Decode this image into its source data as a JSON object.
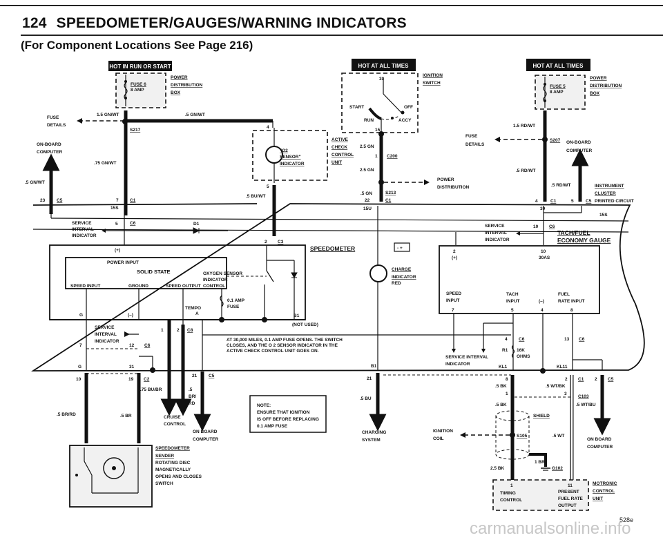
{
  "header": {
    "page_number": "124",
    "title": "SPEEDOMETER/GAUGES/WARNING INDICATORS",
    "subtitle": "(For Component Locations See Page 216)"
  },
  "banners": {
    "left": "HOT IN RUN OR START",
    "middle": "HOT AT ALL TIMES",
    "right": "HOT AT ALL TIMES"
  },
  "left_power": {
    "fuse_label": "FUSE 6",
    "fuse_rating": "8 AMP",
    "box_label": [
      "POWER",
      "DISTRIBUTION",
      "BOX"
    ],
    "wire_main": "1.5 GN/WT",
    "wire_right": ".5 GN/WT",
    "splice": "S217",
    "fuse_details": [
      "FUSE",
      "DETAILS"
    ],
    "wire_down": ".75 GN/WT",
    "onboard": [
      "ON-BOARD",
      "COMPUTER"
    ],
    "onboard_wire": ".5 GN/WT",
    "pin_c5": "23",
    "conn_c5": "C5",
    "pin_c1": "7",
    "conn_c1": "C1",
    "pin_15s": "15S"
  },
  "check_control": {
    "pin_top": "4",
    "pin_bottom": "5",
    "indicator": [
      "\"O2",
      "SENSOR\"",
      "INDICATOR"
    ],
    "unit_label": [
      "ACTIVE",
      "CHECK",
      "CONTROL",
      "UNIT"
    ],
    "wire": ".5 BU/WT",
    "pin_c3": "2",
    "conn_c3": "C3"
  },
  "ignition": {
    "pin_30": "30",
    "label": [
      "IGNITION",
      "SWITCH"
    ],
    "positions": [
      "START",
      "RUN",
      "OFF",
      "ACCY"
    ],
    "pin_15": "15",
    "wire1": "2.5 GN",
    "pin_c200": "1",
    "conn_c200": "C200",
    "wire2": "2.5 GN",
    "power_dist": [
      "POWER",
      "DISTRIBUTION"
    ],
    "wire3": ".5 GN",
    "splice": "S213",
    "pin_c1": "22",
    "conn_c1": "C1",
    "pin_15u": "15U"
  },
  "right_power": {
    "fuse_label": "FUSE 5",
    "fuse_rating": "8 AMP",
    "box_label": [
      "POWER",
      "DISTRIBUTION",
      "BOX"
    ],
    "wire_main": "1.5 RD/WT",
    "splice": "S207",
    "fuse_details": [
      "FUSE",
      "DETAILS"
    ],
    "onboard": [
      "ON-BOARD",
      "COMPUTER"
    ],
    "wire_down": ".5 RD/WT",
    "onboard_wire": ".5 RD/WT",
    "cluster": [
      "INSTRUMENT",
      "CLUSTER"
    ],
    "printed_circuit": "PRINTED CIRCUIT",
    "pin_c1": "4",
    "conn_c1": "C1",
    "pin_c5": "5",
    "conn_c5": "C5",
    "pin_30": "30",
    "pin_15s": "15S"
  },
  "speedometer": {
    "pin_c6": "5",
    "conn_c6": "C6",
    "service_interval": [
      "SERVICE",
      "INTERVAL",
      "INDICATOR"
    ],
    "diode": "D1",
    "plus": "(+)",
    "label": "SPEEDOMETER",
    "power_input": "POWER INPUT",
    "solid_state": "SOLID STATE",
    "oxygen": [
      "OXYGEN SENSOR",
      "INDICATOR",
      "CONTROL"
    ],
    "speed_input": "SPEED INPUT",
    "ground": "GROUND",
    "speed_output": "SPEED OUTPUT",
    "fuse": [
      "0.1 AMP",
      "FUSE"
    ],
    "tempo": [
      "TEMPO",
      "A"
    ],
    "pin_g": "G",
    "pin_minus": "(–)",
    "pin_b1": "B1",
    "not_used": "(NOT USED)",
    "note_30k": [
      "AT 30,000 MILES, 0.1 AMP FUSE OPENS. THE SWITCH",
      "CLOSES, AND THE O 2 SENSOR INDICATOR IN THE",
      "ACTIVE CHECK CONTROL UNIT GOES ON."
    ],
    "service2": [
      "SERVICE",
      "INTERVAL",
      "INDICATOR"
    ],
    "pin_7": "7",
    "pin_12": "12",
    "conn_c6b": "C6",
    "pin_g2": "G",
    "pin_31": "31",
    "pin_c8_1": "1",
    "pin_c8_2": "2",
    "conn_c8": "C8",
    "pin_b1b": "B1"
  },
  "charge": {
    "label": [
      "CHARGE",
      "INDICATOR"
    ],
    "color": "RED",
    "battery": "- +",
    "pin": "21",
    "wire": ".5 BU",
    "dest": [
      "CHARGING",
      "SYSTEM"
    ]
  },
  "tach": {
    "pin_c6": "10",
    "conn_c6": "C6",
    "service_interval": [
      "SERVICE",
      "INTERVAL",
      "INDICATOR"
    ],
    "label": [
      "TACH/FUEL",
      "ECONOMY GAUGE"
    ],
    "pin_plus": "2",
    "plus": "(+)",
    "pin_30": "10",
    "pin_30_lbl": "30AS",
    "speed_input": [
      "SPEED",
      "INPUT"
    ],
    "tach_input": [
      "TACH",
      "INPUT"
    ],
    "minus": "(–)",
    "fuel_rate": [
      "FUEL",
      "RATE INPUT"
    ],
    "pins": [
      "7",
      "5",
      "4",
      "8"
    ],
    "service_interval2": "SERVICE INTERVAL",
    "indicator2": "INDICATOR",
    "pin_c6_4": "4",
    "conn_c6_4": "C6",
    "resistor": "R1",
    "ohms": [
      "16K",
      "OHMS"
    ],
    "kl1": "KL1",
    "pin_c6_13": "13",
    "conn_c6_13": "C6",
    "kl11": "KL11"
  },
  "lower_left": {
    "pin10": "10",
    "wire_brrd": ".5 BR/RD",
    "pin19": "19",
    "conn_c2": "C2",
    "wire_bubr": ".75 BU/BR",
    "wire_br": ".5 BR",
    "pin21": "21",
    "conn_c5": "C5",
    "wire_brrd2": [
      ".5",
      "BR/",
      "RD"
    ],
    "cruise": [
      "CRUISE",
      "CONTROL"
    ],
    "onboard": [
      "ON BOARD",
      "COMPUTER"
    ],
    "sender_label": [
      "SPEEDOMETER",
      "SENDER"
    ],
    "sender_desc": [
      "ROTATING DISC",
      "MAGNETICALLY",
      "OPENS AND CLOSES",
      "SWITCH"
    ]
  },
  "note_box": [
    "NOTE:",
    "ENSURE THAT IGNITION",
    "IS OFF BEFORE REPLACING",
    "0.1 AMP FUSE"
  ],
  "lower_right": {
    "pin8": "8",
    "wire_bk1": ".5 BK",
    "pin1": "1",
    "wire_bk2": ".5 BK",
    "shield": "SHIELD",
    "ignition_coil": [
      "IGNITION",
      "COIL"
    ],
    "splice": "S105",
    "wire_bk3": "2.5 BK",
    "wire_1br": "1 BR",
    "ground": "G102",
    "pin2_c1": "2",
    "conn_c1": "C1",
    "wire_wtbk": ".5 WT/BK",
    "pin3": "3",
    "conn_c103": "C103",
    "wire_wtbu": ".5 WT/BU",
    "wire_wt": ".5 WT",
    "pin2_c5": "2",
    "conn_c5": "C5",
    "onboard": [
      "ON BOARD",
      "COMPUTER"
    ],
    "motronic_pin1": "1",
    "timing": [
      "TIMING",
      "CONTROL"
    ],
    "motronic_pin11": "11",
    "fuel_rate_out": [
      "PRESENT",
      "FUEL RATE",
      "OUTPUT"
    ],
    "motronic_label": [
      "MOTRONIC",
      "CONTROL",
      "UNIT"
    ]
  },
  "footer": {
    "figure_id": "528e",
    "watermark": "carmanualsonline.info"
  }
}
